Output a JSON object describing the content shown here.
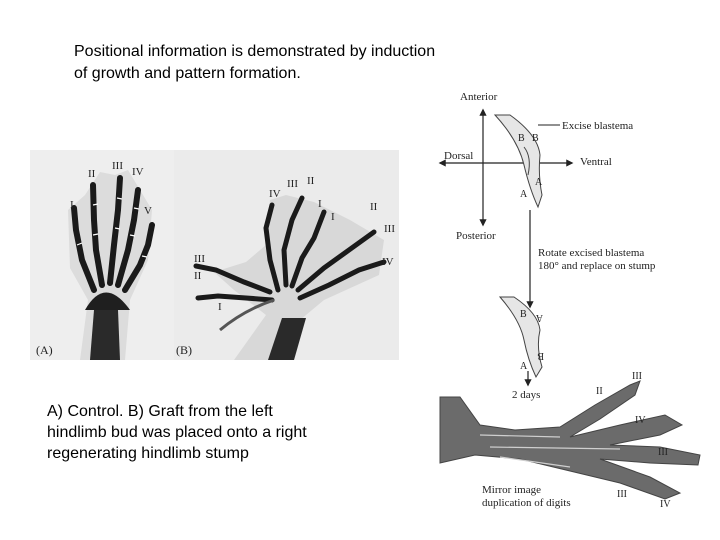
{
  "title": {
    "line1": "Positional information is demonstrated by induction",
    "line2": "of growth and pattern formation."
  },
  "caption": {
    "line1": "A) Control.  B) Graft from the left",
    "line2": "hindlimb bud was placed onto a right",
    "line3": "regenerating hindlimb stump"
  },
  "panel_a": {
    "label": "(A)",
    "digits": {
      "d1": "I",
      "d2": "II",
      "d3": "III",
      "d4": "IV",
      "d5": "V"
    }
  },
  "panel_b": {
    "label": "(B)",
    "digits": {
      "top_iii": "III",
      "top_ii": "II",
      "top_iv": "IV",
      "top_i": "I",
      "mid_i": "I",
      "right_ii": "II",
      "right_iii": "III",
      "right_iv": "IV",
      "left_iii": "III",
      "left_ii": "II",
      "bottom_i": "I"
    }
  },
  "diagram": {
    "anterior": "Anterior",
    "posterior": "Posterior",
    "dorsal": "Dorsal",
    "ventral": "Ventral",
    "excise": "Excise blastema",
    "rotate_line1": "Rotate excised blastema",
    "rotate_line2": "180° and replace on stump",
    "days": "2 days",
    "mirror_line1": "Mirror image",
    "mirror_line2": "duplication of digits",
    "letter_b": "B",
    "letter_a": "A",
    "digits": {
      "ii_top": "II",
      "iii_top": "III",
      "iv": "IV",
      "iii_right": "III",
      "iii_bottom": "III",
      "iv_bottom": "IV"
    }
  },
  "colors": {
    "bone": "#1a1a1a",
    "photo_bg": "#eeeeee",
    "ink": "#222222"
  }
}
